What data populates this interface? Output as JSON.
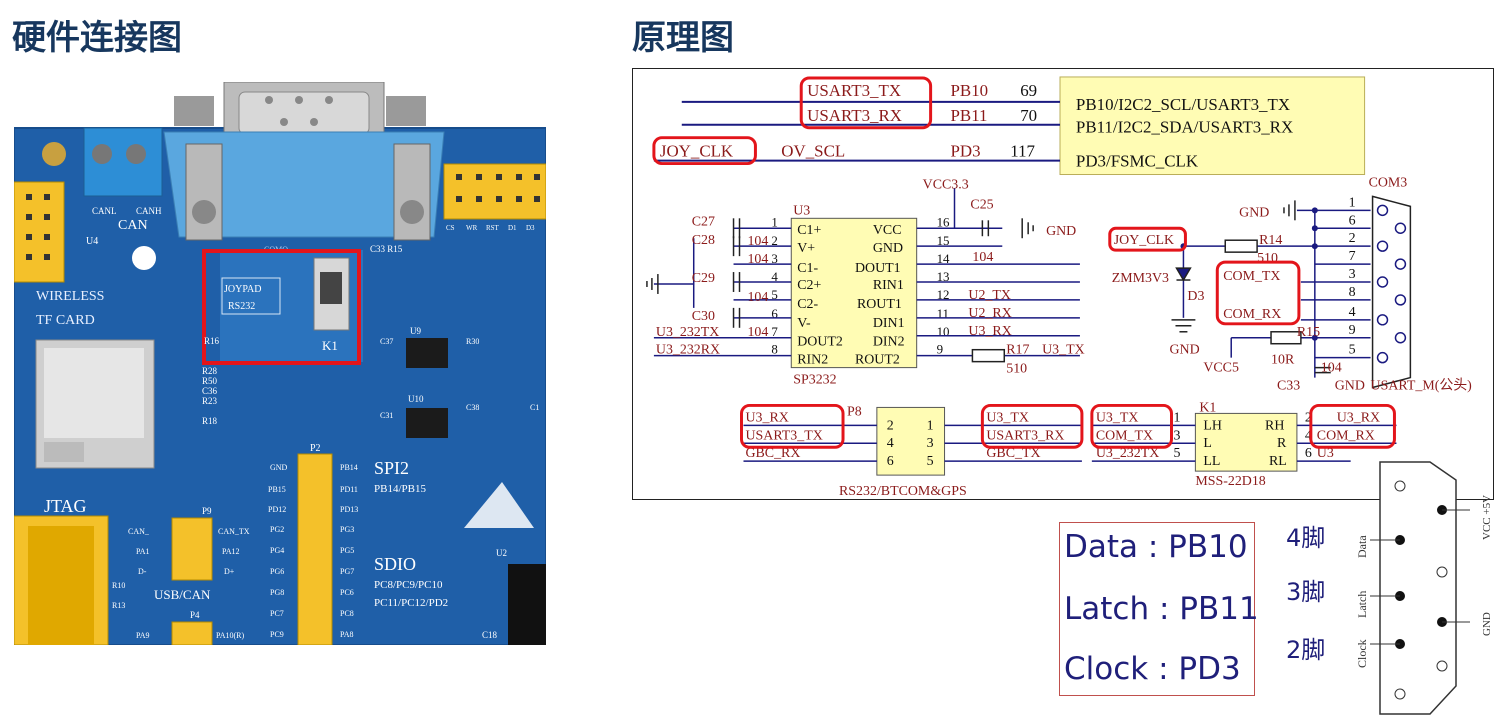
{
  "titles": {
    "hardware": "硬件连接图",
    "schematic": "原理图"
  },
  "board": {
    "can": "CAN",
    "canl": "CANL",
    "canh": "CANH",
    "u4": "U4",
    "wireless": "WIRELESS",
    "tf_card": "TF CARD",
    "jtag": "JTAG",
    "joypad": "JOYPAD",
    "rs232": "RS232",
    "k1": "K1",
    "como": "COMO",
    "c33_r15": "C33 R15",
    "u9": "U9",
    "u10": "U10",
    "c37": "C37",
    "c31": "C31",
    "c38": "C38",
    "r30": "R30",
    "c1": "C1",
    "r16": "R16",
    "small_refs": [
      "R28",
      "R50",
      "C36",
      "R23",
      "R18"
    ],
    "spi2": "SPI2",
    "spi2_pins": "PB14/PB15",
    "sdio": "SDIO",
    "sdio_pins_1": "PC8/PC9/PC10",
    "sdio_pins_2": "PC11/PC12/PD2",
    "p2": "P2",
    "u2": "U2",
    "c18": "C18",
    "p9": "P9",
    "p4": "P4",
    "usb_can": "USB/CAN",
    "r10": "R10",
    "r13": "R13",
    "pa9": "PA9",
    "pa10": "PA10(R)",
    "header_left": [
      "GND",
      "PB15",
      "PD12",
      "PG2",
      "PG4",
      "PG6",
      "PG8",
      "PC7",
      "PC9"
    ],
    "header_right": [
      "PB14",
      "PD11",
      "PD13",
      "PG3",
      "PG5",
      "PG7",
      "PC6",
      "PC8",
      "PA8"
    ],
    "p9_left": [
      "CAN_",
      "PA1",
      "D-"
    ],
    "p9_right": [
      "CAN_TX",
      "PA12",
      "D+"
    ],
    "top_header": [
      "CS",
      "WR",
      "RST",
      "D1",
      "D3"
    ]
  },
  "schematic": {
    "mcu": {
      "rows": [
        {
          "net": "USART3_TX",
          "pin": "PB10",
          "num": "69",
          "func": "PB10/I2C2_SCL/USART3_TX"
        },
        {
          "net": "USART3_RX",
          "pin": "PB11",
          "num": "70",
          "func": "PB11/I2C2_SDA/USART3_RX"
        },
        {
          "net": "JOY_CLK",
          "net2": "OV_SCL",
          "pin": "PD3",
          "num": "117",
          "func": "PD3/FSMC_CLK"
        }
      ]
    },
    "u3": {
      "ref": "U3",
      "name": "SP3232",
      "left_pins": [
        "C1+",
        "V+",
        "C1-",
        "C2+",
        "C2-",
        "V-",
        "DOUT2",
        "RIN2"
      ],
      "left_nums": [
        "1",
        "2",
        "3",
        "4",
        "5",
        "6",
        "7",
        "8"
      ],
      "right_pins": [
        "VCC",
        "GND",
        "DOUT1",
        "RIN1",
        "ROUT1",
        "DIN1",
        "DIN2",
        "ROUT2"
      ],
      "right_nums": [
        "16",
        "15",
        "14",
        "13",
        "12",
        "11",
        "10",
        "9"
      ],
      "caps": [
        "C27",
        "C28",
        "C29",
        "C30"
      ],
      "cap_vals": [
        "104",
        "104",
        "104",
        "104"
      ],
      "left_nets": [
        "U3_232TX",
        "U3_232RX"
      ],
      "right_nets": [
        "U2_TX",
        "U2_RX",
        "U3_RX",
        "U3_TX"
      ],
      "vcc": "VCC3.3",
      "c25": "C25",
      "c25_val": "104",
      "gnd": "GND",
      "r17": "R17",
      "r17_val": "510"
    },
    "com3": {
      "ref": "COM3",
      "name": "USART_M(公头)",
      "pins": [
        "1",
        "6",
        "2",
        "7",
        "3",
        "8",
        "4",
        "9",
        "5"
      ],
      "joy_clk": "JOY_CLK",
      "r14": "R14",
      "r14_val": "510",
      "zener": "ZMM3V3",
      "d3": "D3",
      "gnd": "GND",
      "com_tx": "COM_TX",
      "com_rx": "COM_RX",
      "r15": "R15",
      "r15_val": "10R",
      "vcc5": "VCC5",
      "c33": "C33",
      "c33_val": "104"
    },
    "p8": {
      "ref": "P8",
      "name": "RS232/BTCOM&GPS",
      "left_nets": [
        "U3_RX",
        "USART3_TX",
        "GBC_RX"
      ],
      "right_nets": [
        "U3_TX",
        "USART3_RX",
        "GBC_TX"
      ],
      "left_nums": [
        "2",
        "4",
        "6"
      ],
      "right_nums": [
        "1",
        "3",
        "5"
      ]
    },
    "k1": {
      "ref": "K1",
      "name": "MSS-22D18",
      "left_nets": [
        "U3_TX",
        "COM_TX",
        "U3_232TX"
      ],
      "left_nums": [
        "1",
        "3",
        "5"
      ],
      "left_pins": [
        "LH",
        "L",
        "LL"
      ],
      "right_pins": [
        "RH",
        "R",
        "RL"
      ],
      "right_nums": [
        "2",
        "4",
        "6"
      ],
      "right_nets": [
        "U3_RX",
        "COM_RX",
        "U3"
      ]
    }
  },
  "pins_box": {
    "data": "Data : PB10",
    "latch": "Latch : PB11",
    "clock": "Clock : PD3"
  },
  "connector": {
    "pin4": "4脚",
    "pin3": "3脚",
    "pin2": "2脚",
    "data": "Data",
    "latch": "Latch",
    "clock": "Clock",
    "vcc": "VCC +5V",
    "gnd": "GND"
  },
  "colors": {
    "title": "#17375e",
    "board_blue": "#1f5fa8",
    "highlight": "#e3151b",
    "mcu_fill": "#fffcb4",
    "net_label": "#8b1a1a",
    "wire": "#1a1a80"
  }
}
